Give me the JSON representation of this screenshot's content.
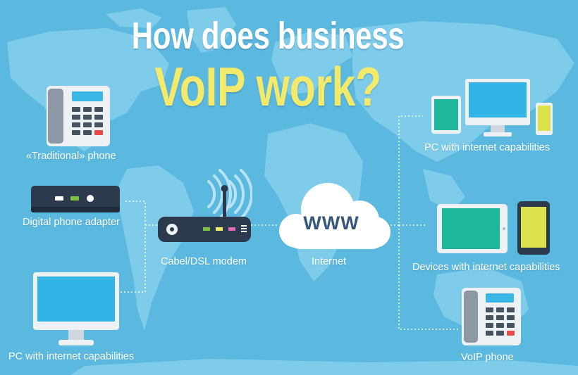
{
  "title": {
    "line1": "How does business",
    "line2": "VoIP work?"
  },
  "labels": {
    "traditional_phone": "«Traditional» phone",
    "digital_phone_adapter": "Digital phone adapter",
    "pc_left": "PC with internet capabilities",
    "modem": "Cabel/DSL modem",
    "internet": "Internet",
    "pc_right": "PC with internet capabilities",
    "devices": "Devices with internet capabilities",
    "voip_phone": "VoIP phone"
  },
  "cloud_text": "WWW",
  "colors": {
    "background": "#5bb9e0",
    "map": "#7ecbea",
    "title_primary": "#ffffff",
    "title_accent": "#f3ea6c",
    "device_dark": "#2d3e52",
    "screen_blue": "#33b4e6",
    "screen_teal": "#1fb79b",
    "screen_yellow": "#dbe24b"
  }
}
